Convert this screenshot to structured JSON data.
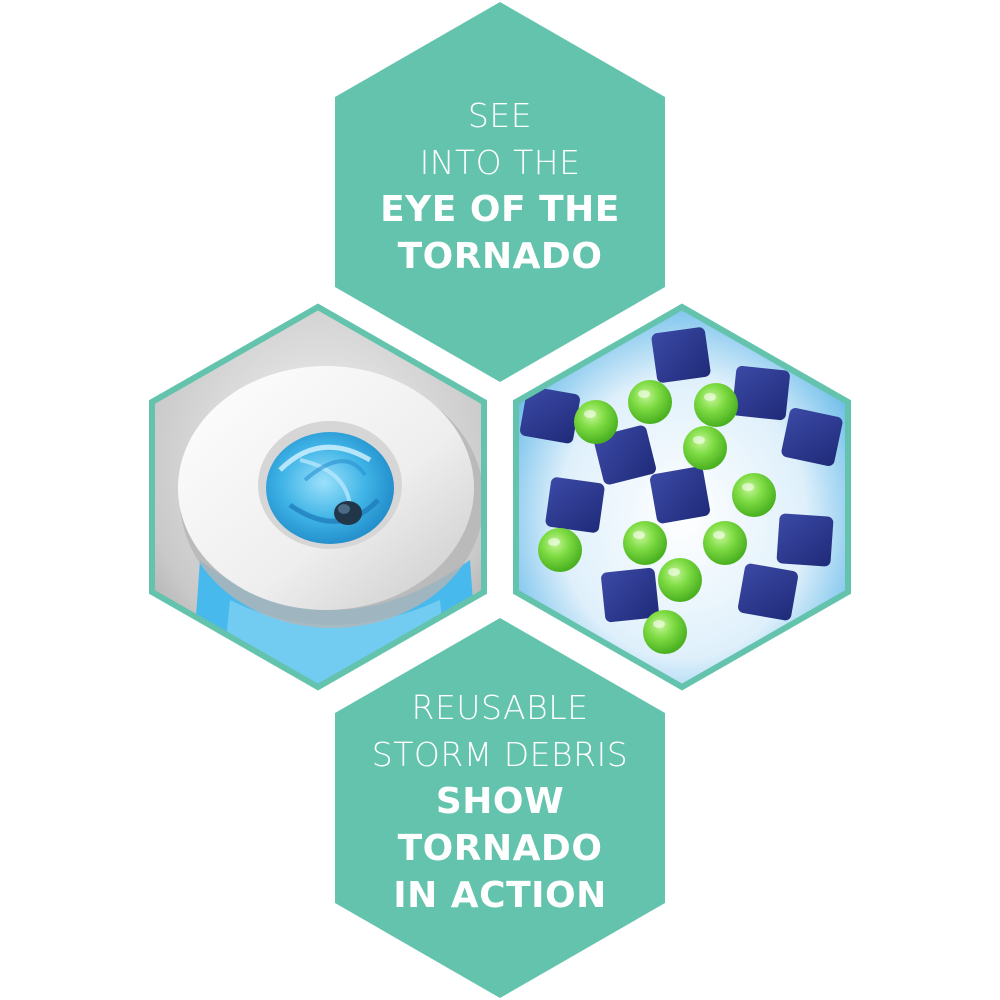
{
  "colors": {
    "hex_teal": "#63c3ad",
    "hex_border": "#63c3ad",
    "background": "#ffffff",
    "text": "#ffffff",
    "water_blue": "#3fb4e6",
    "debris_cube": "#2b3a8f",
    "debris_ball": "#6fd23d"
  },
  "top_hex": {
    "lines": [
      {
        "text": "SEE",
        "style": "light"
      },
      {
        "text": "INTO THE",
        "style": "light"
      },
      {
        "text": "EYE OF THE",
        "style": "bold"
      },
      {
        "text": "TORNADO",
        "style": "bold"
      }
    ]
  },
  "bottom_hex": {
    "lines": [
      {
        "text": "REUSABLE",
        "style": "light"
      },
      {
        "text": "STORM DEBRIS",
        "style": "light"
      },
      {
        "text": "SHOW",
        "style": "bold"
      },
      {
        "text": "TORNADO",
        "style": "bold"
      },
      {
        "text": "IN ACTION",
        "style": "bold"
      }
    ]
  },
  "left_hex": {
    "image": "tornado-vortex-photo"
  },
  "right_hex": {
    "image": "storm-debris-photo"
  }
}
